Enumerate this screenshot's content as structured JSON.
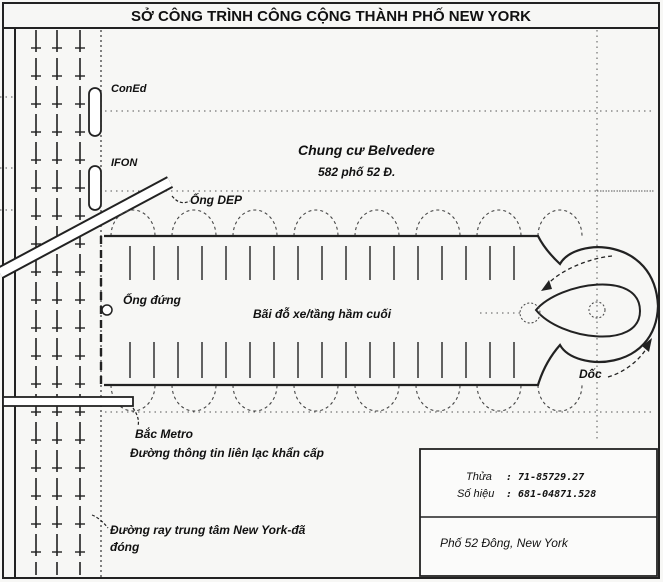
{
  "title": "SỞ CÔNG TRÌNH CÔNG CỘNG THÀNH PHỐ NEW YORK",
  "labels": {
    "coned": "ConEd",
    "ifon": "IFON",
    "ong_dep": "Ống DEP",
    "building_name": "Chung cư Belvedere",
    "building_address": "582 phố 52 Đ.",
    "ong_dung": "Ống đứng",
    "parking": "Bãi đỗ xe/tầng hầm cuối",
    "doc": "Dốc",
    "bac_metro": "Bắc Metro",
    "emergency_line": "Đường thông tin liên lạc khẩn cấp",
    "rail_line_1": "Đường ray trung tâm New York-đã",
    "rail_line_2": "đóng"
  },
  "info_box": {
    "thua_label": "Thửa",
    "thua_value": ": 71-85729.27",
    "sohieu_label": "Số hiệu",
    "sohieu_value": ": 681-04871.528",
    "street": "Phố 52 Đông, New York"
  }
}
